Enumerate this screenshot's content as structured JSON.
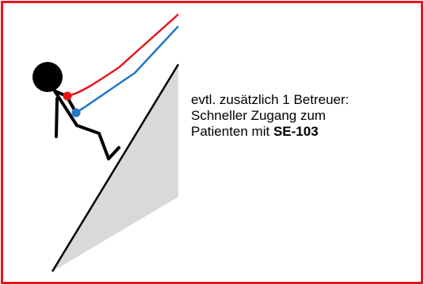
{
  "caption": {
    "line1": "evtl. zusätzlich 1 Betreuer:",
    "line2": "Schneller Zugang zum",
    "line3_prefix": "Patienten mit ",
    "line3_bold": "SE-103"
  },
  "colors": {
    "frame": "#e8141b",
    "rope_red": "#e8141b",
    "rope_blue": "#1f77c8",
    "rock": "#d9d9d9",
    "figure": "#000000"
  }
}
